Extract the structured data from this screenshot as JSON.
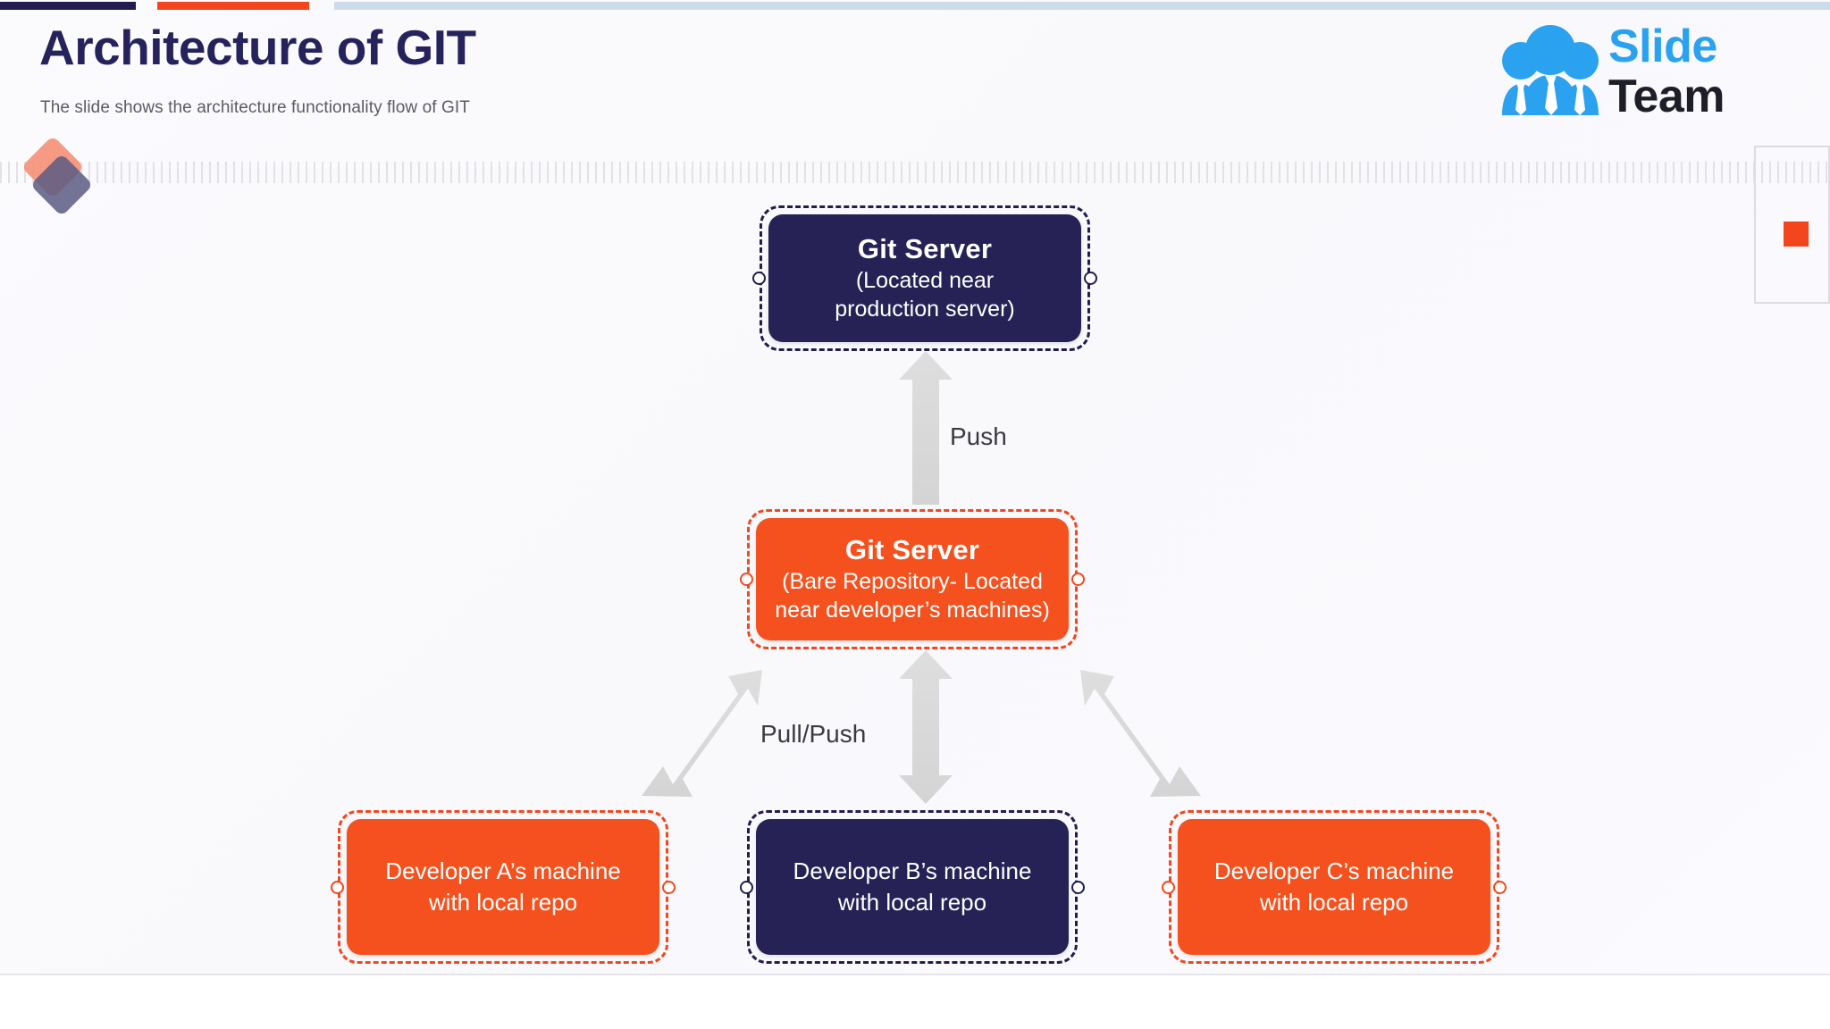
{
  "header": {
    "title": "Architecture of GIT",
    "subtitle": "The slide shows the architecture functionality flow of GIT"
  },
  "logo": {
    "word_primary": "Slide",
    "word_secondary": "Team",
    "mark_name": "three-people-group-icon"
  },
  "colors": {
    "navy": "#262255",
    "navy_border": "#211d4e",
    "orange": "#f4511e",
    "orange_border": "#f4461e",
    "accent_blue": "#ccdcea",
    "logo_blue": "#2aa2ef",
    "arrow_gray": "#d9d9d9",
    "canvas": "#fafafd"
  },
  "accent_bars": [
    {
      "name": "navy",
      "color": "#211d4e"
    },
    {
      "name": "orange",
      "color": "#f4461e"
    },
    {
      "name": "blue",
      "color": "#ccdcea"
    }
  ],
  "diagram": {
    "nodes": [
      {
        "id": "git-server-top",
        "style": "navy",
        "title": "Git Server",
        "sub_line1": "(Located near",
        "sub_line2": "production server)"
      },
      {
        "id": "git-server-bare",
        "style": "orange",
        "title": "Git Server",
        "sub_line1": "(Bare Repository- Located",
        "sub_line2": "near developer’s machines)"
      },
      {
        "id": "dev-a",
        "style": "orange",
        "label_line1": "Developer A’s machine",
        "label_line2": "with local repo"
      },
      {
        "id": "dev-b",
        "style": "navy",
        "label_line1": "Developer B’s machine",
        "label_line2": "with local repo"
      },
      {
        "id": "dev-c",
        "style": "orange",
        "label_line1": "Developer C’s machine",
        "label_line2": "with local repo"
      }
    ],
    "connectors": [
      {
        "id": "push",
        "label": "Push",
        "from": "git-server-bare",
        "to": "git-server-top",
        "direction": "up"
      },
      {
        "id": "pull-push-a",
        "label": "Pull/Push",
        "from": "dev-a",
        "to": "git-server-bare",
        "direction": "both"
      },
      {
        "id": "pull-push-b",
        "label": "",
        "from": "dev-b",
        "to": "git-server-bare",
        "direction": "both"
      },
      {
        "id": "pull-push-c",
        "label": "",
        "from": "dev-c",
        "to": "git-server-bare",
        "direction": "both"
      }
    ],
    "labels": {
      "push": "Push",
      "pull_push": "Pull/Push"
    }
  },
  "decorations": {
    "diamond_motif": "two-overlapping-diamonds",
    "ruler_strip": "tick-ruler",
    "right_frame": "empty-placeholder-frame",
    "right_square_color": "#f4461e"
  }
}
